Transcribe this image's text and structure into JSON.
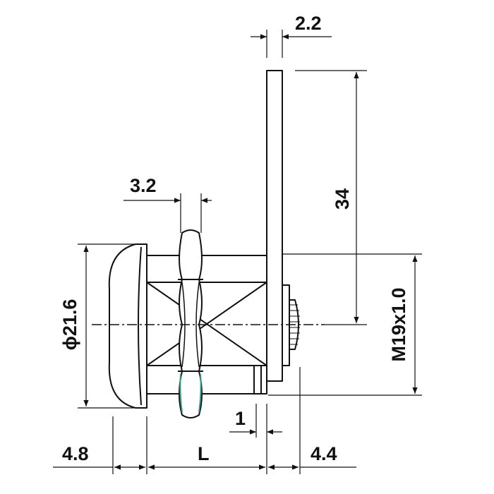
{
  "drawing": {
    "dimensions": {
      "cam_thickness": "2.2",
      "cam_length": "34",
      "nut_thickness": "3.2",
      "head_diameter": "ϕ21.6",
      "thread": "M19x1.0",
      "flange_gap": "1",
      "head_depth": "4.8",
      "body_length": "L",
      "screw_projection": "4.4"
    }
  },
  "colors": {
    "line": "#111111",
    "nut_highlight": "#2e9e8a",
    "background": "#ffffff"
  }
}
